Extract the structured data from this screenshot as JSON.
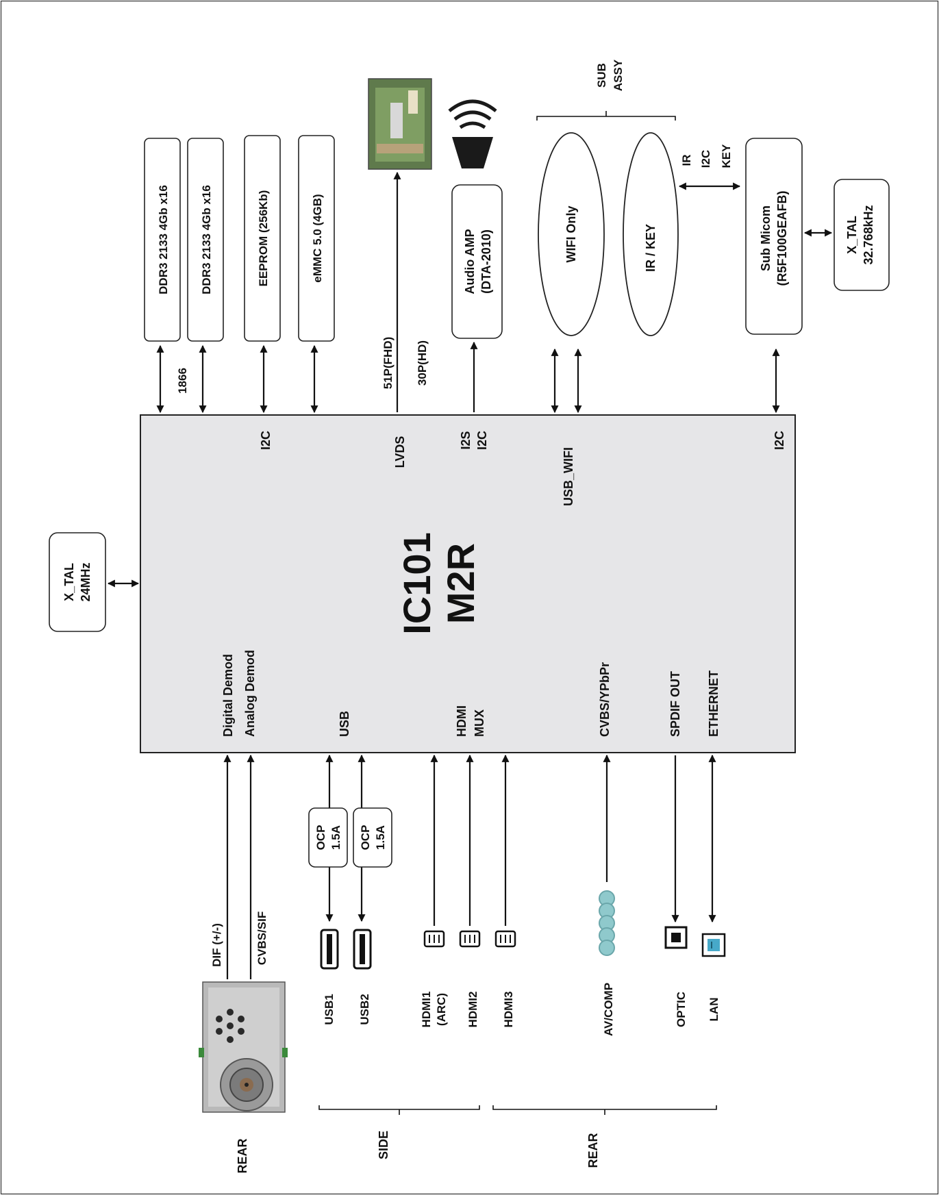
{
  "chip": {
    "name": "IC101",
    "model": "M2R"
  },
  "pins": {
    "i2c_eeprom": "I2C",
    "lvds": "LVDS",
    "i2s": "I2S",
    "i2c_audio": "I2C",
    "usb_wifi": "USB_WIFI",
    "i2c_micom": "I2C",
    "digital_demod": "Digital Demod",
    "analog_demod": "Analog Demod",
    "usb": "USB",
    "hdmi": "HDMI",
    "mux": "MUX",
    "cvbs_ypbpr": "CVBS/YPbPr",
    "spdif_out": "SPDIF OUT",
    "ethernet": "ETHERNET"
  },
  "top_blocks": {
    "ddr3_a": "DDR3 2133 4Gb x16",
    "ddr3_b": "DDR3 2133 4Gb x16",
    "eeprom": "EEPROM (256Kb)",
    "emmc": "eMMC 5.0 (4GB)",
    "audio_amp": "Audio AMP",
    "audio_amp_part": "(DTA-2010)",
    "wifi": "WIFI Only",
    "ir_key": "IR / KEY",
    "sub_micom": "Sub Micom",
    "sub_micom_part": "(R5F100GEAFB)",
    "xtal_sub": "X_TAL",
    "xtal_sub_freq": "32.768kHz"
  },
  "signals": {
    "ddr_speed": "1866",
    "lvds_fhd": "51P(FHD)",
    "lvds_hd": "30P(HD)",
    "sub_ir": "IR",
    "sub_i2c": "I2C",
    "sub_key": "KEY"
  },
  "sub_assy": {
    "line1": "SUB",
    "line2": "ASSY"
  },
  "main_xtal": {
    "label": "X_TAL",
    "freq": "24MHz"
  },
  "bottom": {
    "dif": "DIF (+/-)",
    "cvbs_sif": "CVBS/SIF",
    "ocp1": "OCP",
    "ocp1_val": "1.5A",
    "ocp2": "OCP",
    "ocp2_val": "1.5A",
    "usb1": "USB1",
    "usb2": "USB2",
    "hdmi1": "HDMI1",
    "hdmi1_arc": "(ARC)",
    "hdmi2": "HDMI2",
    "hdmi3": "HDMI3",
    "av_comp": "AV/COMP",
    "optic": "OPTIC",
    "lan": "LAN",
    "rear_tuner": "REAR",
    "side": "SIDE",
    "rear_ports": "REAR"
  },
  "colors": {
    "chip_fill": "#e6e6e8",
    "connector_teal": "#8fc9cc",
    "lan_blue": "#47a9c9"
  }
}
